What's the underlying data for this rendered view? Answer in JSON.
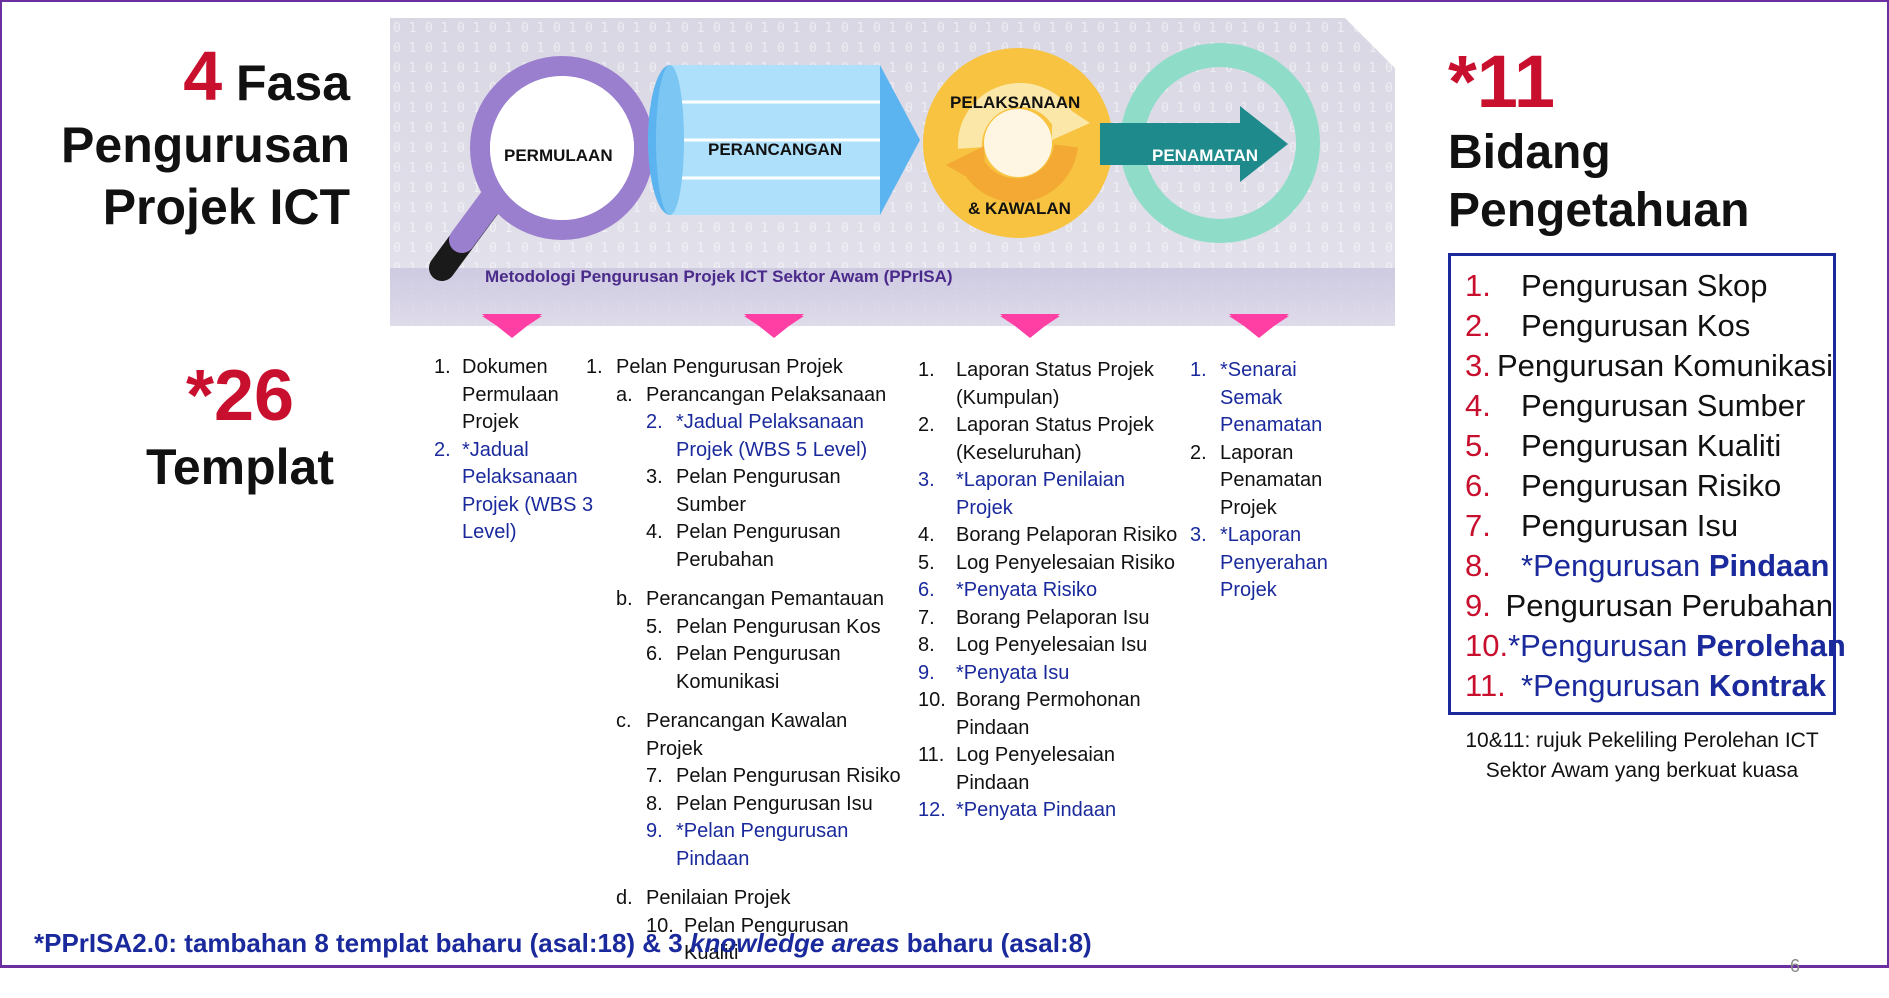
{
  "left": {
    "phase_num": "4",
    "phase_word": "Fasa",
    "phase_line2": "Pengurusan",
    "phase_line3": "Projek ICT",
    "template_count": "*26",
    "template_label": "Templat"
  },
  "banner": {
    "phases": [
      "PERMULAAN",
      "PERANCANGAN",
      "PELAKSANAAN",
      "& KAWALAN",
      "PENAMATAN"
    ],
    "caption": "Metodologi Pengurusan Projek ICT Sektor Awam (PPrISA)"
  },
  "colors": {
    "permulaan": "#9b7fcf",
    "perancangan": "#5bb4f0",
    "pelaksanaan": "#f7c340",
    "penamatan_ring": "#8fdcc8",
    "penamatan_arrow": "#1f8a8c",
    "marker": "#ff3fa4",
    "red": "#c8102e",
    "blue": "#1a2a9c"
  },
  "col1": [
    {
      "n": "1.",
      "t": "Dokumen Permulaan Projek",
      "new": false
    },
    {
      "n": "2.",
      "t": "*Jadual Pelaksanaan Projek (WBS 3 Level)",
      "new": true
    }
  ],
  "col2": {
    "main": {
      "n": "1.",
      "t": "Pelan Pengurusan Projek"
    },
    "groups": [
      {
        "l": "a.",
        "t": "Perancangan Pelaksanaan",
        "items": [
          {
            "n": "2.",
            "t": "*Jadual Pelaksanaan Projek (WBS 5 Level)",
            "new": true
          },
          {
            "n": "3.",
            "t": "Pelan Pengurusan Sumber",
            "new": false
          },
          {
            "n": "4.",
            "t": "Pelan Pengurusan Perubahan",
            "new": false
          }
        ]
      },
      {
        "l": "b.",
        "t": "Perancangan Pemantauan",
        "items": [
          {
            "n": "5.",
            "t": "Pelan Pengurusan Kos",
            "new": false
          },
          {
            "n": "6.",
            "t": "Pelan Pengurusan Komunikasi",
            "new": false
          }
        ]
      },
      {
        "l": "c.",
        "t": "Perancangan Kawalan Projek",
        "items": [
          {
            "n": "7.",
            "t": "Pelan Pengurusan Risiko",
            "new": false
          },
          {
            "n": "8.",
            "t": "Pelan Pengurusan Isu",
            "new": false
          },
          {
            "n": "9.",
            "t": "*Pelan Pengurusan Pindaan",
            "new": true
          }
        ]
      },
      {
        "l": "d.",
        "t": "Penilaian Projek",
        "items": [
          {
            "n": "10.",
            "t": "Pelan Pengurusan Kualiti",
            "new": false
          }
        ]
      }
    ]
  },
  "col3": [
    {
      "n": "1.",
      "t": "Laporan Status Projek (Kumpulan)",
      "new": false
    },
    {
      "n": "2.",
      "t": "Laporan Status Projek (Keseluruhan)",
      "new": false
    },
    {
      "n": "3.",
      "t": "*Laporan Penilaian Projek",
      "new": true
    },
    {
      "n": "4.",
      "t": "Borang Pelaporan Risiko",
      "new": false
    },
    {
      "n": "5.",
      "t": "Log Penyelesaian Risiko",
      "new": false
    },
    {
      "n": "6.",
      "t": "*Penyata Risiko",
      "new": true
    },
    {
      "n": "7.",
      "t": "Borang Pelaporan Isu",
      "new": false
    },
    {
      "n": "8.",
      "t": "Log Penyelesaian Isu",
      "new": false
    },
    {
      "n": "9.",
      "t": "*Penyata Isu",
      "new": true
    },
    {
      "n": "10.",
      "t": "Borang Permohonan Pindaan",
      "new": false
    },
    {
      "n": "11.",
      "t": "Log Penyelesaian Pindaan",
      "new": false
    },
    {
      "n": "12.",
      "t": "*Penyata Pindaan",
      "new": true
    }
  ],
  "col4": [
    {
      "n": "1.",
      "t": "*Senarai Semak Penamatan",
      "new": true
    },
    {
      "n": "2.",
      "t": "Laporan Penamatan Projek",
      "new": false
    },
    {
      "n": "3.",
      "t": "*Laporan Penyerahan Projek",
      "new": true
    }
  ],
  "right": {
    "count": "*11",
    "label_line1": "Bidang",
    "label_line2": "Pengetahuan",
    "areas": [
      {
        "n": "1.",
        "t": "Pengurusan Skop",
        "new": false,
        "pre": "",
        "bold": ""
      },
      {
        "n": "2.",
        "t": "Pengurusan Kos",
        "new": false,
        "pre": "",
        "bold": ""
      },
      {
        "n": "3.",
        "t": "Pengurusan Komunikasi",
        "new": false,
        "pre": "",
        "bold": ""
      },
      {
        "n": "4.",
        "t": "Pengurusan Sumber",
        "new": false,
        "pre": "",
        "bold": ""
      },
      {
        "n": "5.",
        "t": "Pengurusan Kualiti",
        "new": false,
        "pre": "",
        "bold": ""
      },
      {
        "n": "6.",
        "t": "Pengurusan Risiko",
        "new": false,
        "pre": "",
        "bold": ""
      },
      {
        "n": "7.",
        "t": "Pengurusan Isu",
        "new": false,
        "pre": "",
        "bold": ""
      },
      {
        "n": "8.",
        "t": "",
        "new": true,
        "pre": "*Pengurusan ",
        "bold": "Pindaan"
      },
      {
        "n": "9.",
        "t": "Pengurusan Perubahan",
        "new": false,
        "pre": "",
        "bold": ""
      },
      {
        "n": "10.",
        "t": "",
        "new": true,
        "pre": "*Pengurusan ",
        "bold": "Perolehan"
      },
      {
        "n": "11.",
        "t": "",
        "new": true,
        "pre": "*Pengurusan ",
        "bold": "Kontrak"
      }
    ],
    "note": "10&11: rujuk Pekeliling Perolehan ICT Sektor Awam yang berkuat kuasa"
  },
  "footer": {
    "part1": "*PPrISA2.0: tambahan 8 templat baharu (asal:18) & 3 ",
    "italic": "knowledge areas",
    "part2": " baharu (asal:8)"
  },
  "page_number": "6"
}
